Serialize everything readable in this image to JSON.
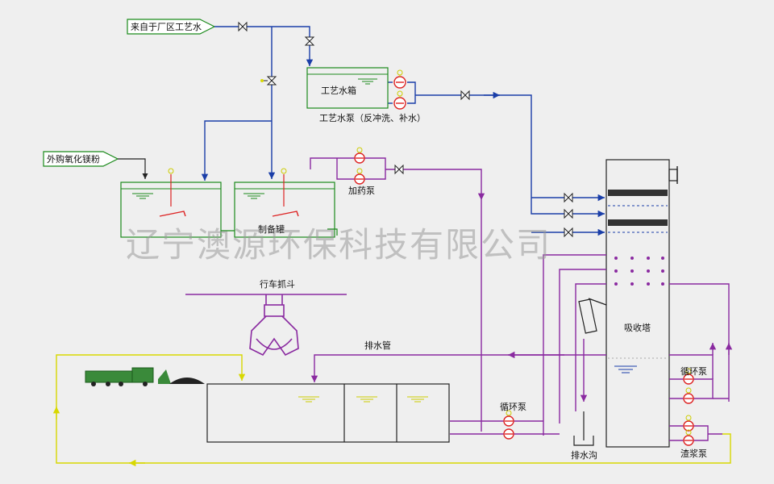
{
  "labels": {
    "process_water_source": "来自于厂区工艺水",
    "process_water_tank": "工艺水箱",
    "process_water_pump": "工艺水泵（反冲洗、补水）",
    "mgo_source": "外购氧化镁粉",
    "prep_tank": "制备罐",
    "dosing_pump": "加药泵",
    "crane_grab": "行车抓斗",
    "drain_pipe": "排水管",
    "circ_pump_left": "循环泵",
    "circ_pump_right": "循环泵",
    "absorber": "吸收塔",
    "slurry_pump": "渣浆泵",
    "drain_ditch": "排水沟"
  },
  "watermark": "辽宁澳源环保科技有限公司",
  "colors": {
    "water_line": "#1a3ea8",
    "slurry_line": "#8a2aa0",
    "return_line": "#d8d800",
    "vessel_outline": "#1b8a1b"
  },
  "icons": [
    "valve-icon",
    "pump-icon",
    "pressure-gauge-icon",
    "truck-icon",
    "crane-grab-icon",
    "mixer-icon",
    "water-level-icon"
  ]
}
